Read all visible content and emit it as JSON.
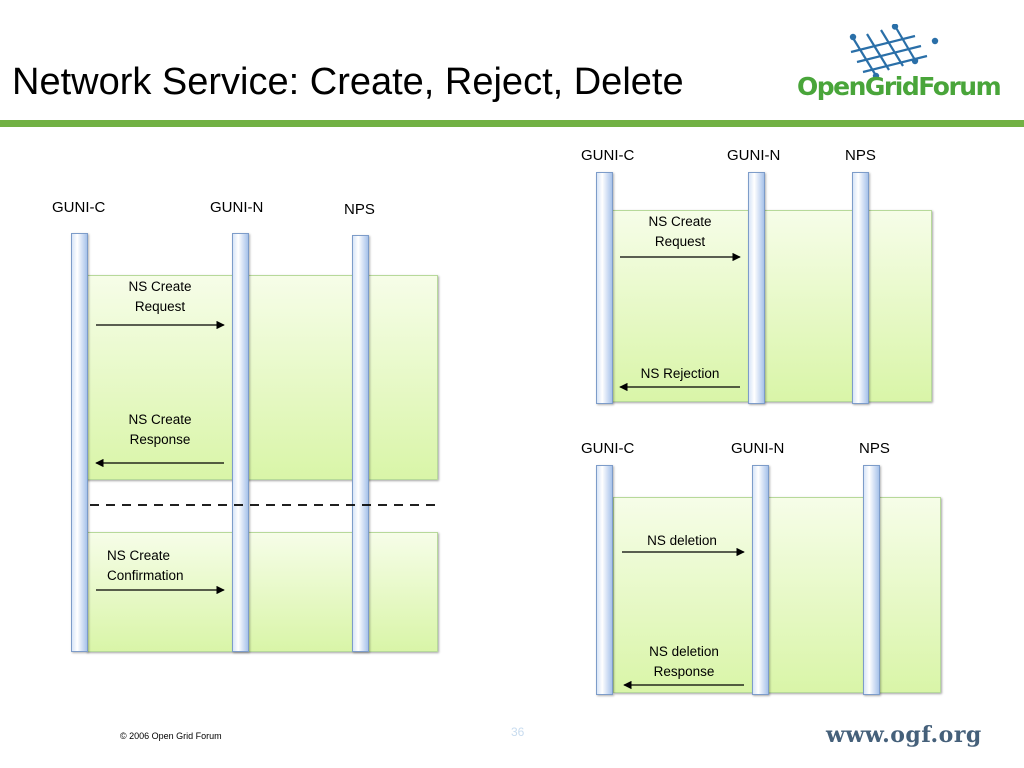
{
  "slide": {
    "title": "Network Service: Create, Reject, Delete",
    "logo_text": "OpenGridForum",
    "footer_copyright": "© 2006 Open Grid Forum",
    "page_number": "36",
    "footer_url": "www.ogf.org"
  },
  "diagram_create": {
    "actors": [
      "GUNI-C",
      "GUNI-N",
      "NPS"
    ],
    "messages": [
      {
        "line1": "NS Create",
        "line2": "Request",
        "direction": "right"
      },
      {
        "line1": "NS Create",
        "line2": "Response",
        "direction": "left"
      },
      {
        "line1": "NS Create",
        "line2": "Confirmation",
        "direction": "right"
      }
    ]
  },
  "diagram_reject": {
    "actors": [
      "GUNI-C",
      "GUNI-N",
      "NPS"
    ],
    "messages": [
      {
        "line1": "NS Create",
        "line2": "Request",
        "direction": "right"
      },
      {
        "line1": "NS Rejection",
        "direction": "left"
      }
    ]
  },
  "diagram_delete": {
    "actors": [
      "GUNI-C",
      "GUNI-N",
      "NPS"
    ],
    "messages": [
      {
        "line1": "NS deletion",
        "direction": "right"
      },
      {
        "line1": "NS deletion",
        "line2": "Response",
        "direction": "left"
      }
    ]
  },
  "colors": {
    "accent_green": "#72b144",
    "logo_green": "#49a53a",
    "logo_blue": "#2a6fa8",
    "lifeline_blue": "#a7c2ea",
    "box_green": "#d9f5a8"
  }
}
